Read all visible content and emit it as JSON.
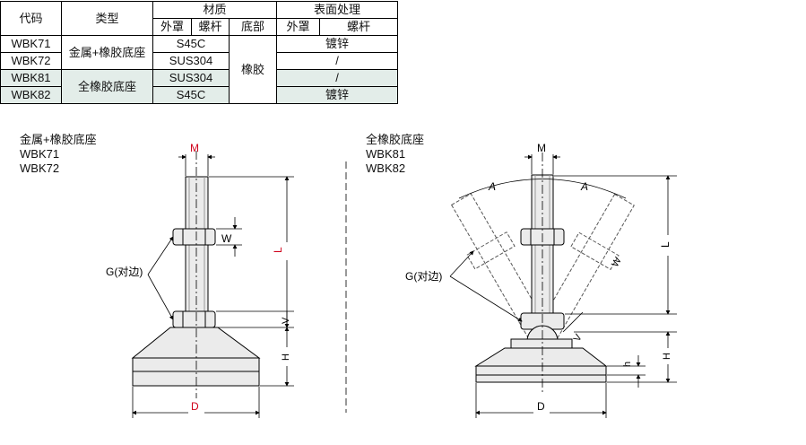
{
  "table": {
    "headers": {
      "code": "代码",
      "type": "类型",
      "material": "材质",
      "surface": "表面处理",
      "sub": {
        "material_cover": "外罩",
        "material_screw": "螺杆",
        "material_base": "底部",
        "surface_cover": "外罩",
        "surface_screw": "螺杆"
      }
    },
    "rows": [
      {
        "code": "WBK71",
        "type": "金属+橡胶底座",
        "screw": "S45C",
        "base": "橡胶",
        "surface": "镀锌"
      },
      {
        "code": "WBK72",
        "type": "金属+橡胶底座",
        "screw": "SUS304",
        "base": "橡胶",
        "surface": "/"
      },
      {
        "code": "WBK81",
        "type": "全橡胶底座",
        "screw": "SUS304",
        "base": "橡胶",
        "surface": "/"
      },
      {
        "code": "WBK82",
        "type": "全橡胶底座",
        "screw": "S45C",
        "base": "橡胶",
        "surface": "镀锌"
      }
    ],
    "shade_color": "#e3ede9"
  },
  "left_drawing": {
    "caption": [
      "金属+橡胶底座",
      "WBK71",
      "WBK72"
    ],
    "labels": {
      "M": "M",
      "W": "W",
      "L": "L",
      "G": "G(对边)",
      "V": "V",
      "H": "H",
      "D": "D"
    },
    "accent_color": "#d0021b"
  },
  "right_drawing": {
    "caption": [
      "全橡胶底座",
      "WBK81",
      "WBK82"
    ],
    "labels": {
      "M": "M",
      "A1": "A",
      "A2": "A",
      "L": "L",
      "W": "W",
      "G": "G(对边)",
      "V": "V",
      "h": "h",
      "H": "H",
      "D": "D"
    }
  }
}
